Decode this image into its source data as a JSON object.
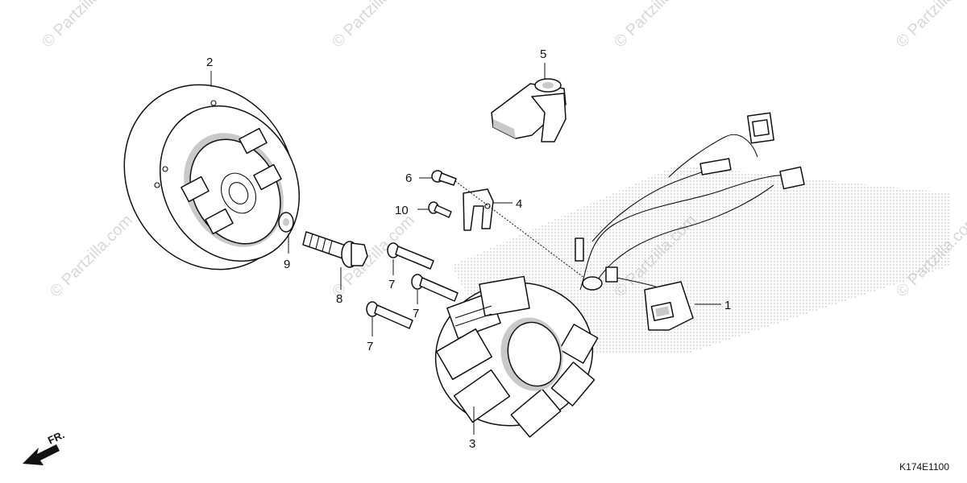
{
  "diagram": {
    "code": "K174E1100",
    "front_marker": "FR.",
    "watermark": "© Partzilla.com",
    "callouts": [
      {
        "id": "c1",
        "label": "1"
      },
      {
        "id": "c2",
        "label": "2"
      },
      {
        "id": "c3",
        "label": "3"
      },
      {
        "id": "c4",
        "label": "4"
      },
      {
        "id": "c5",
        "label": "5"
      },
      {
        "id": "c6",
        "label": "6"
      },
      {
        "id": "c7a",
        "label": "7"
      },
      {
        "id": "c7b",
        "label": "7"
      },
      {
        "id": "c7c",
        "label": "7"
      },
      {
        "id": "c8",
        "label": "8"
      },
      {
        "id": "c9",
        "label": "9"
      },
      {
        "id": "c10",
        "label": "10"
      }
    ]
  }
}
